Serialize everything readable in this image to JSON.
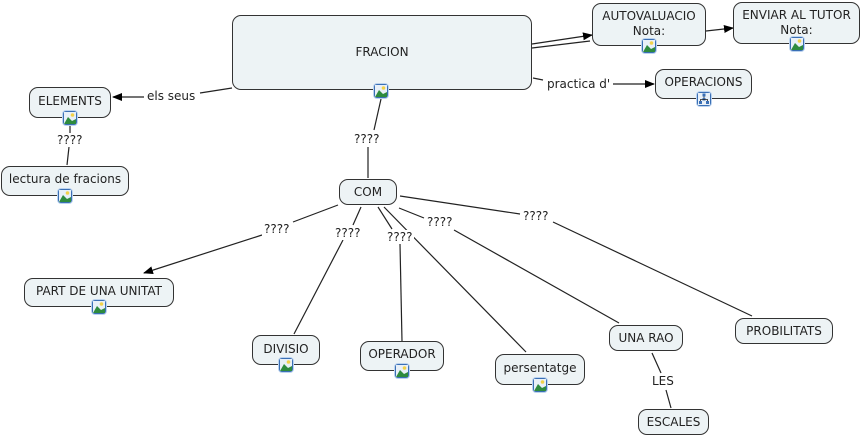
{
  "map_title": "FRACION",
  "nodes": {
    "fracion": {
      "label": "FRACION",
      "resource_icon": "image-icon"
    },
    "autovaluacio": {
      "label": "AUTOVALUACIO",
      "sublabel": "Nota:",
      "resource_icon": "image-icon"
    },
    "enviar": {
      "label": "ENVIAR AL TUTOR",
      "sublabel": "Nota:",
      "resource_icon": "image-icon"
    },
    "operacions": {
      "label": "OPERACIONS",
      "resource_icon": "concept-map-icon"
    },
    "elements": {
      "label": "ELEMENTS",
      "resource_icon": "image-icon"
    },
    "lectura": {
      "label": "lectura de fracions",
      "resource_icon": "image-icon"
    },
    "com": {
      "label": "COM"
    },
    "part": {
      "label": "PART DE UNA UNITAT",
      "resource_icon": "image-icon"
    },
    "divisio": {
      "label": "DIVISIO",
      "resource_icon": "image-icon"
    },
    "operador": {
      "label": "OPERADOR",
      "resource_icon": "image-icon"
    },
    "persentatge": {
      "label": "persentatge",
      "resource_icon": "image-icon"
    },
    "unarao": {
      "label": "UNA RAO"
    },
    "probilitats": {
      "label": "PROBILITATS"
    },
    "escales": {
      "label": "ESCALES"
    }
  },
  "link_labels": {
    "els_seus": "els seus",
    "practica": "practica d'",
    "elem_lectura": "????",
    "fracion_com": "????",
    "com_part": "????",
    "com_divisio": "????",
    "com_operador": "????",
    "com_unarao": "????",
    "com_probilitats": "????",
    "unarao_escales": "LES"
  }
}
